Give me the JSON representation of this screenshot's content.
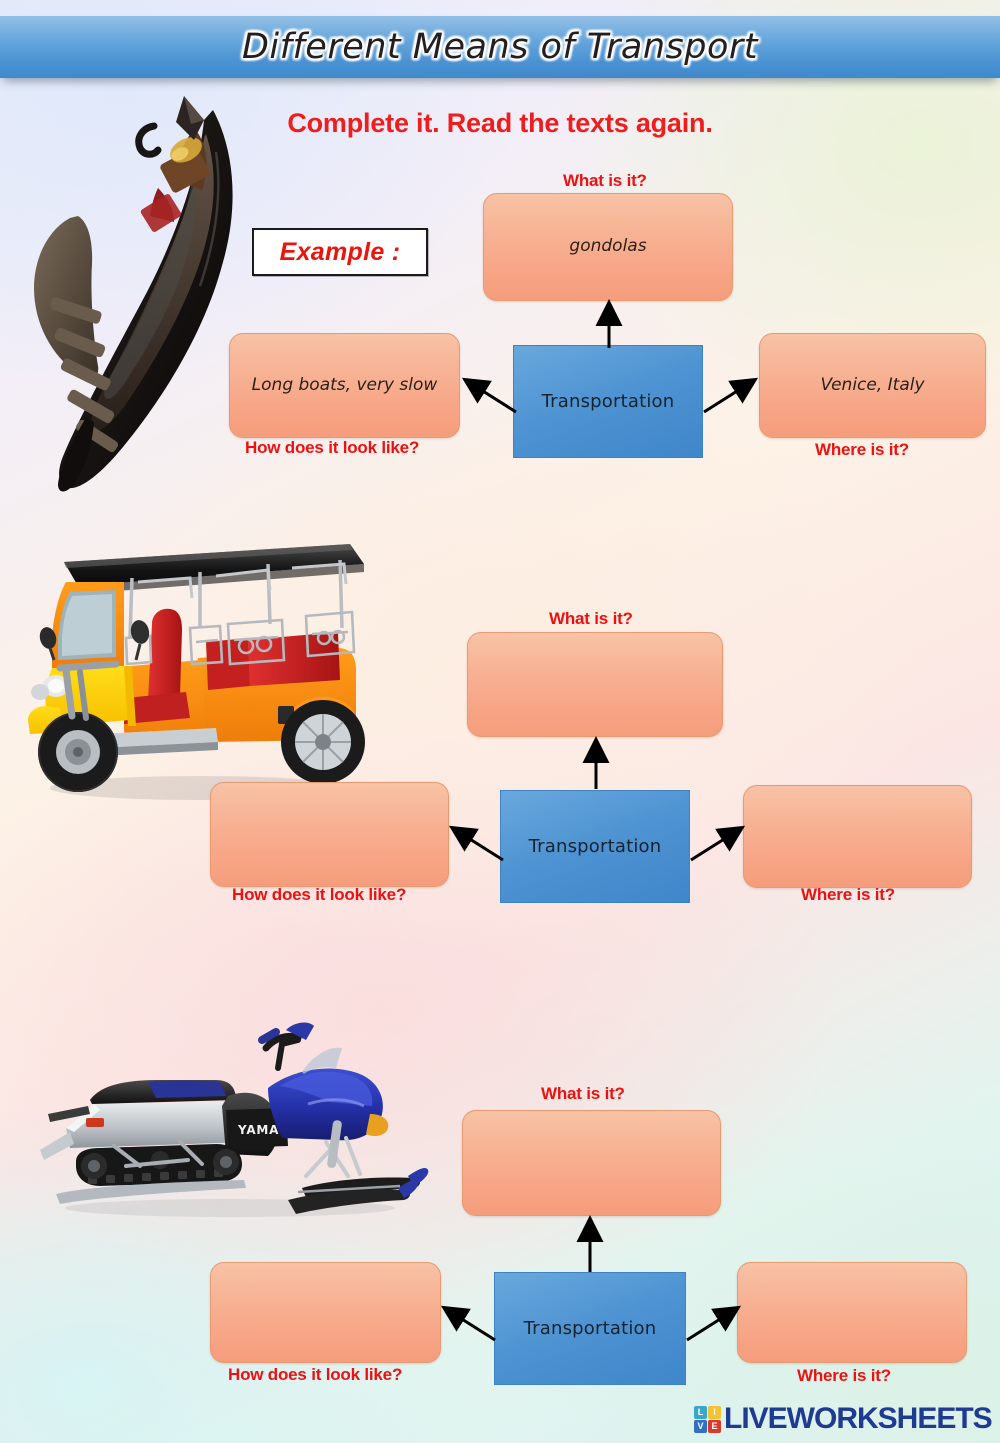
{
  "header": {
    "title": "Different Means of Transport"
  },
  "subtitle": "Complete it. Read the texts again.",
  "example": {
    "label": "Example :"
  },
  "labels": {
    "what": "What is it?",
    "how": "How does it look like?",
    "where": "Where is it?",
    "center": "Transportation"
  },
  "diagrams": [
    {
      "photo_name": "gondola-photo",
      "what_label": "What is it?",
      "what_answer": "gondolas",
      "how_label": "How does it look like?",
      "how_answer": "Long boats, very slow",
      "where_label": "Where is it?",
      "where_answer": "Venice, Italy",
      "center_label": "Transportation"
    },
    {
      "photo_name": "auto-rickshaw-photo",
      "what_label": "What is it?",
      "what_answer": "",
      "how_label": "How does it look like?",
      "how_answer": "",
      "where_label": "Where is it?",
      "where_answer": "",
      "center_label": "Transportation"
    },
    {
      "photo_name": "snowmobile-photo",
      "what_label": "What is it?",
      "what_answer": "",
      "how_label": "How does it look like?",
      "how_answer": "",
      "where_label": "Where is it?",
      "where_answer": "",
      "center_label": "Transportation"
    }
  ],
  "footer": {
    "logo_tiles": [
      "L",
      "I",
      "V",
      "E"
    ],
    "logo_text": "LIVEWORKSHEETS"
  },
  "colors": {
    "banner_blue": "#4b93d3",
    "answer_orange": "#f7a687",
    "center_blue": "#4e93d2",
    "label_red": "#ee1111",
    "subtitle_red": "#ef1d1d",
    "example_red": "#e8160c",
    "logo_blue": "#1f3a93"
  }
}
